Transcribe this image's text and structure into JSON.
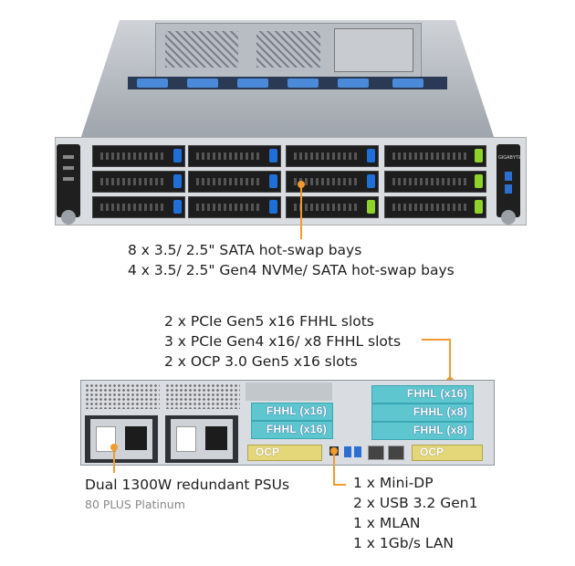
{
  "front": {
    "callout_lines": [
      "8 x 3.5/ 2.5\" SATA hot-swap bays",
      "4 x 3.5/ 2.5\" Gen4 NVMe/ SATA hot-swap bays"
    ],
    "brand": "GIGABYTE"
  },
  "expansion": {
    "callout_lines": [
      "2 x PCIe Gen5 x16 FHHL slots",
      "3 x PCIe Gen4 x16/ x8 FHHL slots",
      "2 x OCP 3.0 Gen5 x16 slots"
    ]
  },
  "rear_slots": {
    "left": [
      "FHHL (x16)",
      "FHHL (x16)"
    ],
    "right": [
      "FHHL (x16)",
      "FHHL (x8)",
      "FHHL (x8)"
    ],
    "ocp_left": "OCP",
    "ocp_right": "OCP"
  },
  "psu": {
    "title": "Dual 1300W redundant PSUs",
    "subtitle": "80 PLUS Platinum"
  },
  "io": {
    "callout_lines": [
      "1 x Mini-DP",
      "2 x USB 3.2 Gen1",
      "1 x MLAN",
      "1 x 1Gb/s LAN"
    ]
  },
  "colors": {
    "accent": "#f29a2e",
    "slot": "#5ec6cf",
    "ocp": "#e3d77a",
    "latch_blue": "#1f6fd6",
    "latch_green": "#8fd22a"
  }
}
